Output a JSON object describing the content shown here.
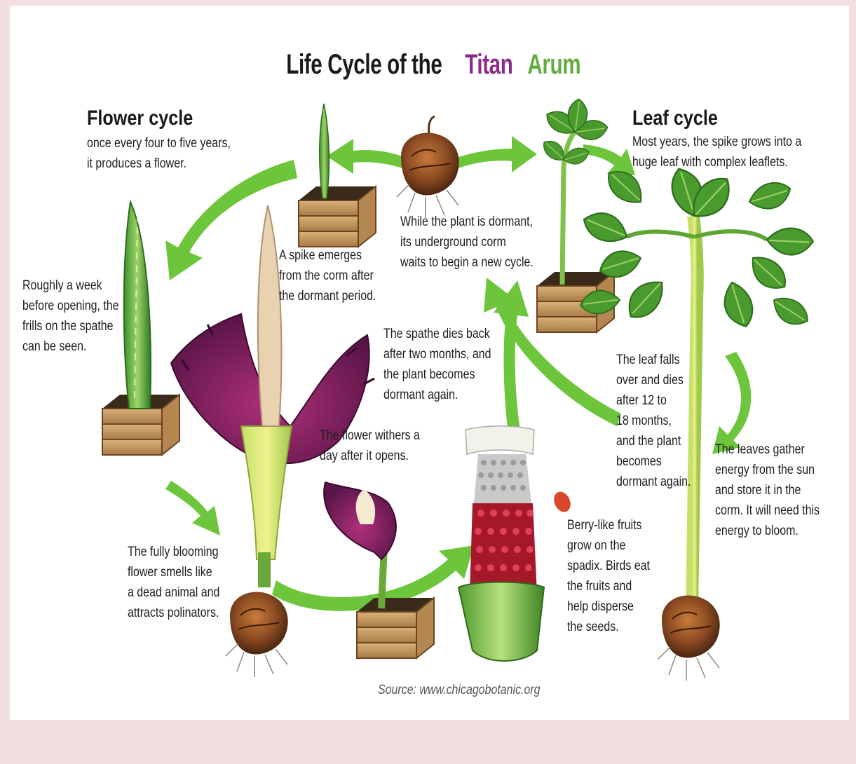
{
  "title": {
    "prefix": "Life Cycle of the",
    "word1": "Titan",
    "word2": "Arum"
  },
  "colors": {
    "title_purple": "#8a2c8c",
    "title_green": "#62ad3d",
    "arrow": "#6cc53a",
    "background": "#f2dede"
  },
  "flower_cycle": {
    "heading": "Flower cycle",
    "text": "once every four to five years,\nit produces a flower."
  },
  "leaf_cycle": {
    "heading": "Leaf cycle",
    "text": "Most years, the spike grows into a\nhuge leaf with complex leaflets."
  },
  "captions": {
    "spike": "A spike emerges\nfrom the corm after\nthe dormant period.",
    "dormant": "While the plant is dormant,\nits underground corm\nwaits to begin a new cycle.",
    "week_before": "Roughly a week\nbefore opening, the\nfrills on the spathe\ncan be seen.",
    "spathe_dies": "The spathe dies back\nafter two months, and\nthe plant becomes\ndormant again.",
    "leaf_falls": "The leaf falls\nover and dies\nafter 12 to\n18 months,\nand the plant\nbecomes\ndormant again.",
    "withers": "The flower withers a\nday after it opens.",
    "leaves_gather": "The leaves gather\nenergy from the sun\nand store it in the\ncorm. It will need this\nenergy to bloom.",
    "blooming": "The fully blooming\nflower smells like\na dead animal and\nattracts polinators.",
    "berries": "Berry-like fruits\ngrow on the\nspadix. Birds eat\nthe fruits and\nhelp disperse\nthe seeds."
  },
  "source": "Source: www.chicagobotanic.org"
}
